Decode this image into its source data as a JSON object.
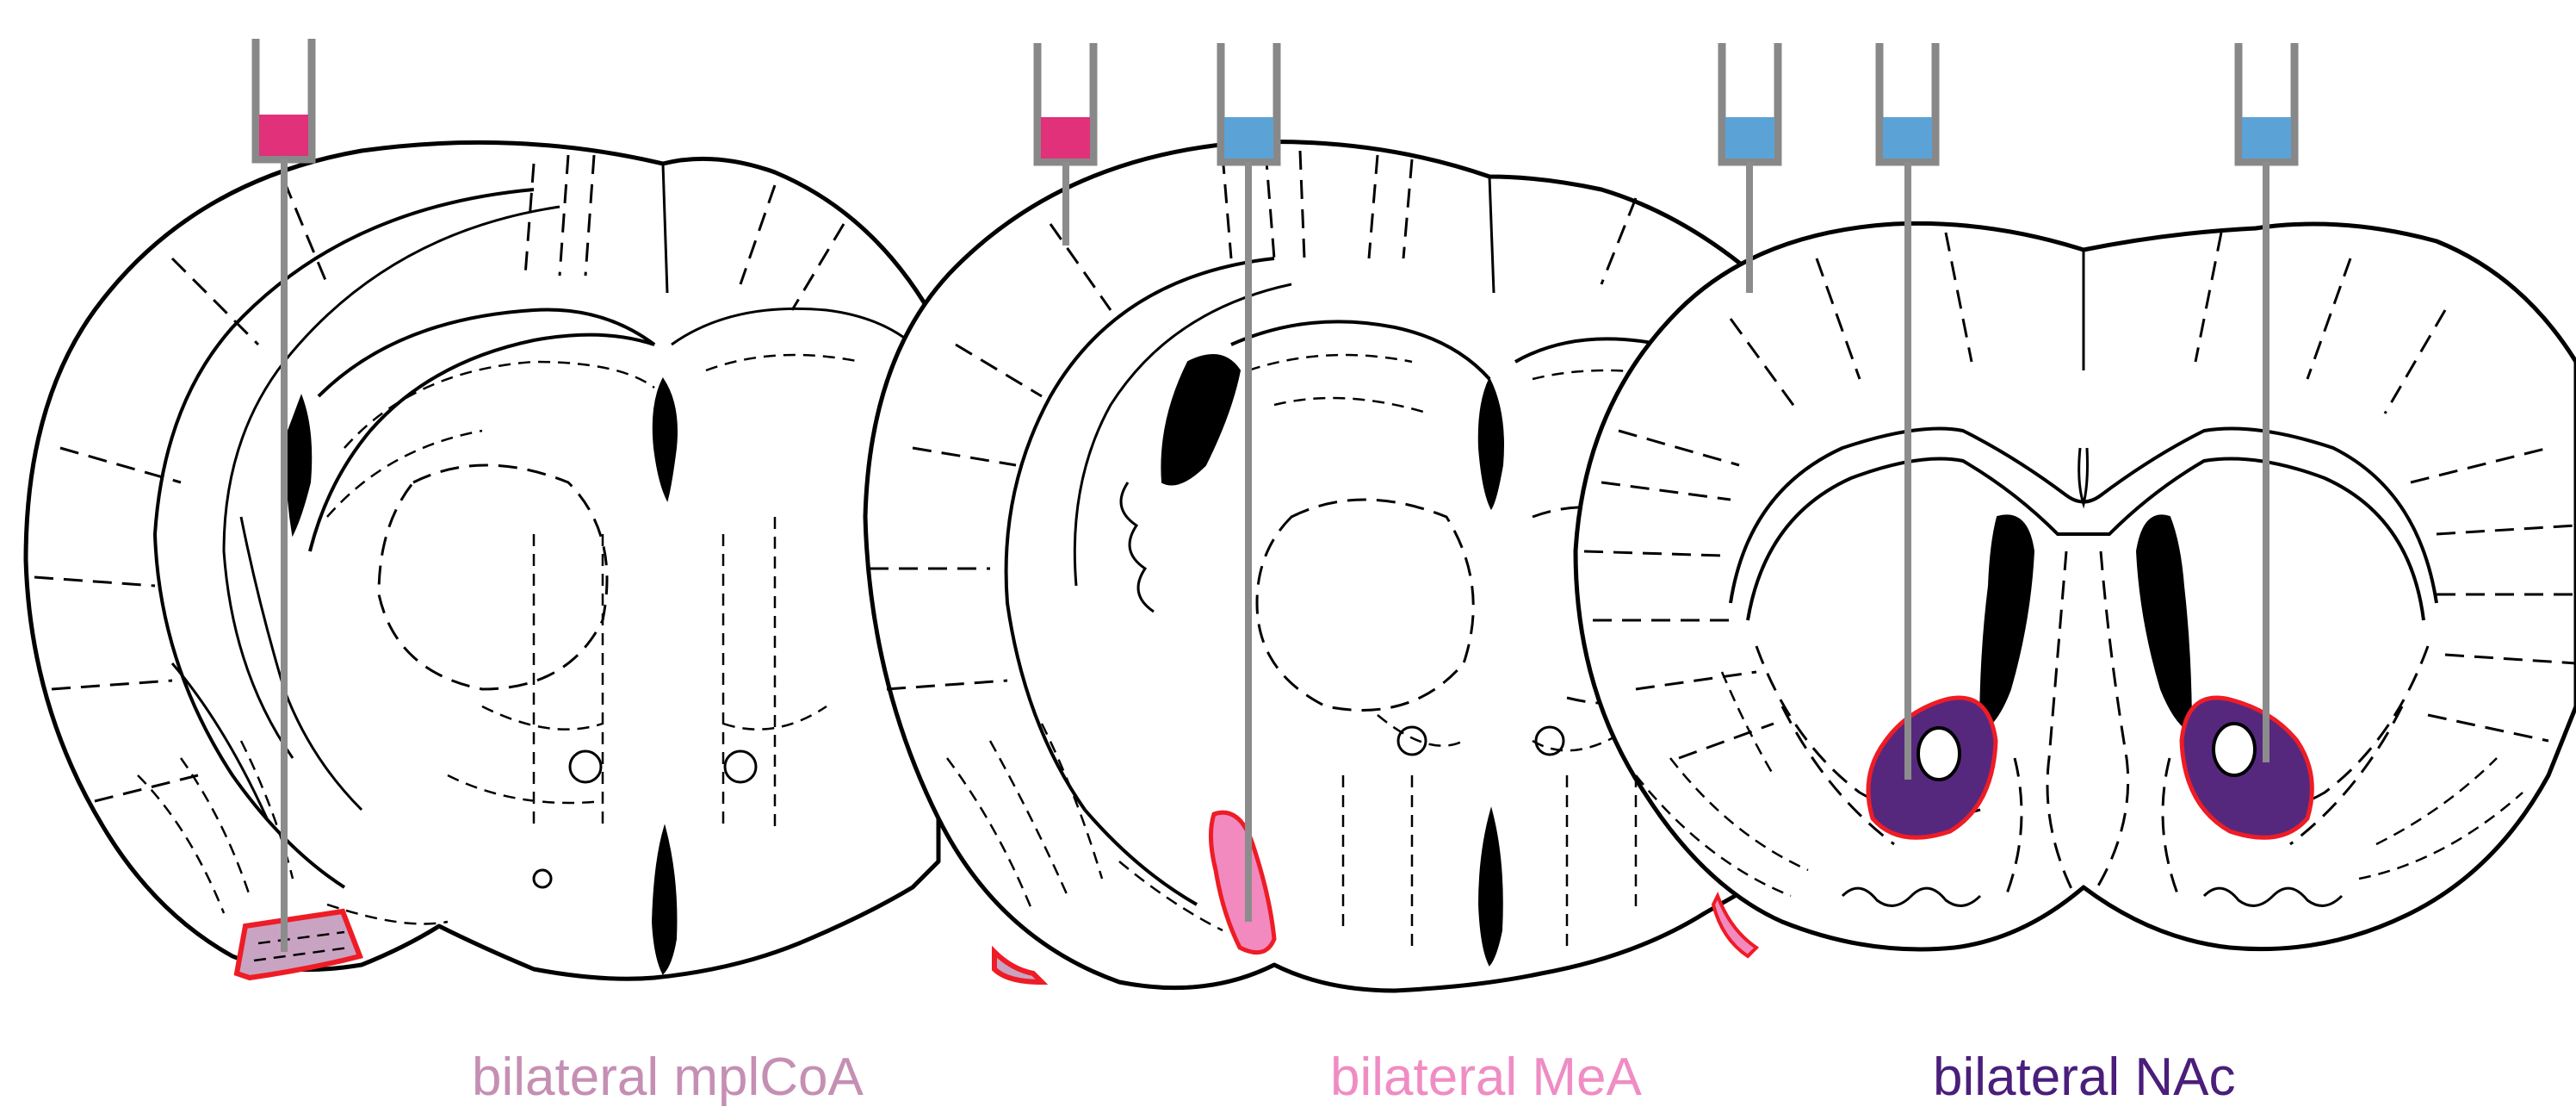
{
  "labels": {
    "mplcoa": "bilateral mplCoA",
    "mea": "bilateral MeA",
    "nac": "bilateral NAc"
  },
  "colors": {
    "mplcoa_label": "#c58fb4",
    "mea_label": "#f08cc4",
    "nac_label": "#4a1e7a",
    "magenta_liquid": "#e0317a",
    "blue_liquid": "#5ba3d6",
    "mplcoa_region_fill": "#c9a3c2",
    "mea_region_fill": "#f28ac0",
    "nac_region_fill": "#55287e",
    "region_border": "#ee1c25",
    "syringe_gray": "#888888"
  },
  "syringes": [
    {
      "target": "mplcoa",
      "liquid": "magenta"
    },
    {
      "target": "mplcoa",
      "liquid": "magenta"
    },
    {
      "target": "mea",
      "liquid": "blue"
    },
    {
      "target": "mea",
      "liquid": "blue"
    },
    {
      "target": "nac",
      "liquid": "blue"
    },
    {
      "target": "nac",
      "liquid": "blue"
    }
  ]
}
